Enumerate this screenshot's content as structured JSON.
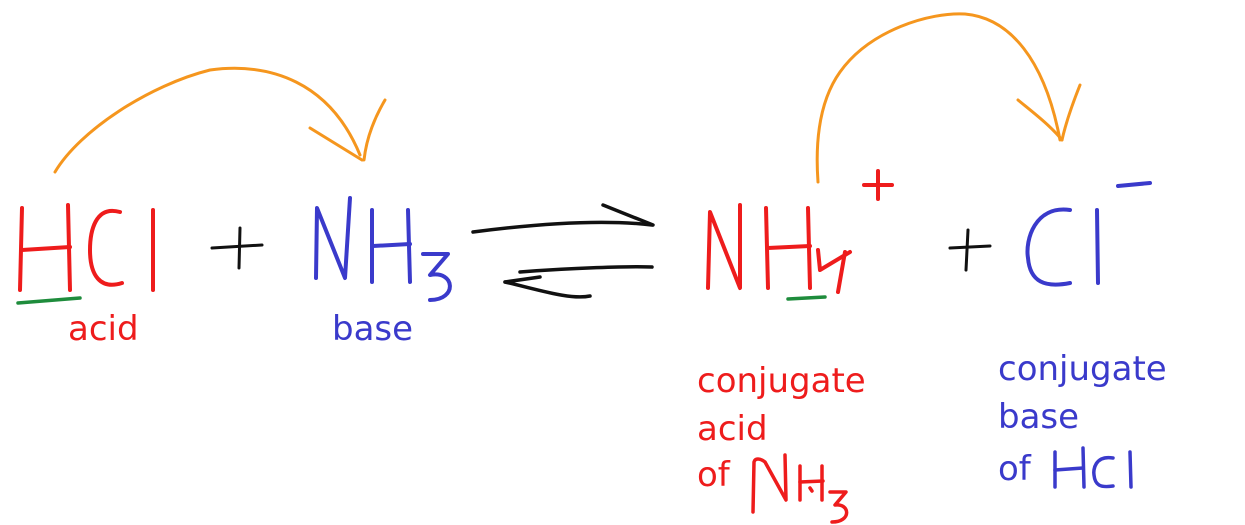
{
  "colors": {
    "acid": "#ee1c1c",
    "base": "#3a3acb",
    "arrow": "#f5961e",
    "marker": "#1e8c3c",
    "ink": "#111111"
  },
  "equation": {
    "reactant_acid": "HCl",
    "reactant_base": "NH3",
    "product_acid": "NH4+",
    "product_base": "Cl-",
    "plus": "+",
    "equilibrium": "⇌"
  },
  "labels": {
    "acid": "acid",
    "base": "base",
    "conj_acid": {
      "line1": "conjugate",
      "line2": "acid",
      "line3_prefix": "of",
      "line3_species": "NH3"
    },
    "conj_base": {
      "line1": "conjugate",
      "line2": "base",
      "line3_prefix": "of",
      "line3_species": "HCl"
    }
  }
}
